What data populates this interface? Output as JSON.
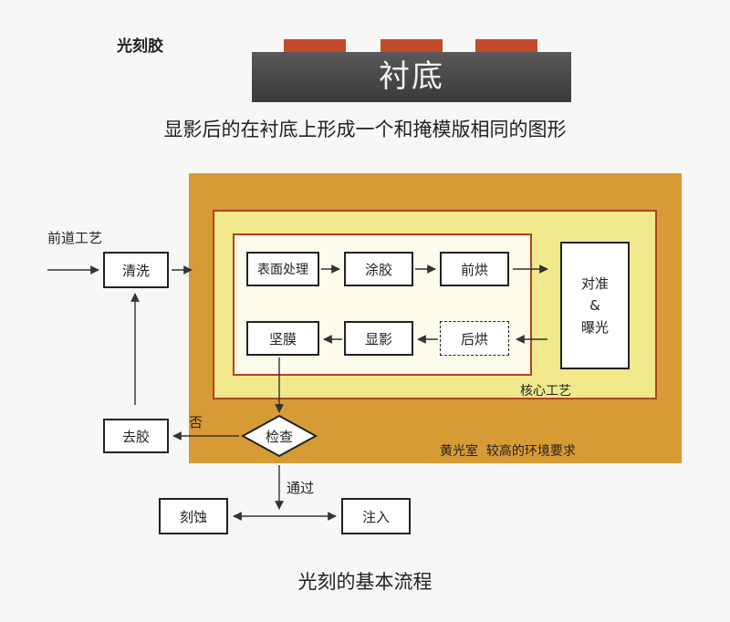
{
  "top": {
    "photoresist_label": "光刻胶",
    "substrate_label": "衬底",
    "caption": "显影后的在衬底上形成一个和掩模版相同的图形"
  },
  "flow": {
    "input_label": "前道工艺",
    "clean": "清洗",
    "surface": "表面处理",
    "coat": "涂胶",
    "prebake": "前烘",
    "align_top": "对准",
    "align_amp": "&",
    "align_bottom": "曝光",
    "postbake": "后烘",
    "develop": "显影",
    "hardbake": "坚膜",
    "core_label": "核心工艺",
    "inspect": "检查",
    "fail_label": "否",
    "strip": "去胶",
    "pass_label": "通过",
    "etch": "刻蚀",
    "implant": "注入",
    "yellow_room_label": "黄光室  较高的环境要求"
  },
  "caption2": "光刻的基本流程",
  "colors": {
    "yellow_room": "#d69b35",
    "core_area": "#f1e98b",
    "inner_area": "#fdfbea",
    "border_red": "#b0431f",
    "resist": "#c24a2a",
    "substrate": "#474747"
  }
}
